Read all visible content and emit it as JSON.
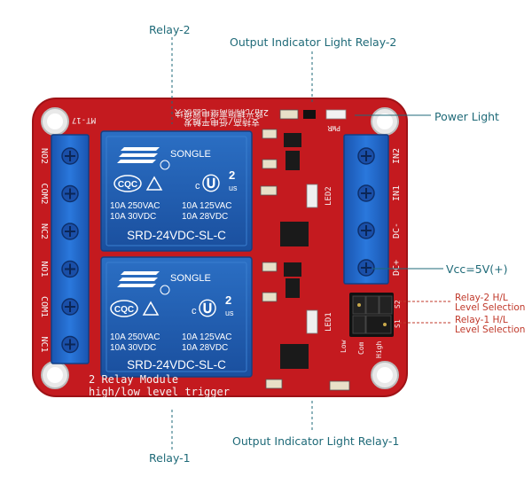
{
  "callouts": {
    "relay2": "Relay-2",
    "output_light_relay2": "Output Indicator Light Relay-2",
    "power_light": "Power Light",
    "vcc": "Vcc=5V(+)",
    "relay2_hl_line1": "Relay-2 H/L",
    "relay2_hl_line2": "Level Selection",
    "relay1_hl_line1": "Relay-1 H/L",
    "relay1_hl_line2": "Level Selection",
    "output_light_relay1": "Output Indicator Light Relay-1",
    "relay1": "Relay-1"
  },
  "board": {
    "title_line1": "2 Relay  Module",
    "title_line2": "high/low level trigger",
    "chinese_line1": "2路光耦隔离继电器模块",
    "chinese_line2": "支持高/低电平触发",
    "model_code": "MT-17",
    "left_terminals": [
      "NO2",
      "COM2",
      "NC2",
      "NO1",
      "COM1",
      "NC1"
    ],
    "right_terminals": [
      "IN2",
      "IN1",
      "DC-",
      "DC+"
    ],
    "led_labels": [
      "LED2",
      "LED1"
    ],
    "pwr_label": "PWR",
    "jumper_labels": [
      "Low",
      "Com",
      "High"
    ],
    "jumper_set_labels": [
      "S2",
      "S1"
    ]
  },
  "relay": {
    "brand": "SONGLE",
    "cqc": "CQC",
    "ul_mark": "c",
    "ul_us": "us",
    "ul_num": "2",
    "spec_line1_left": "10A  250VAC",
    "spec_line2_left": "10A   30VDC",
    "spec_line1_right": "10A 125VAC",
    "spec_line2_right": "10A  28VDC",
    "model": "SRD-24VDC-SL-C"
  },
  "colors": {
    "board_red": "#c41a1f",
    "relay_blue": "#1f5fb5",
    "terminal_blue": "#1e63c9",
    "callout_teal": "#1f6a78",
    "callout_red": "#c0392b"
  }
}
